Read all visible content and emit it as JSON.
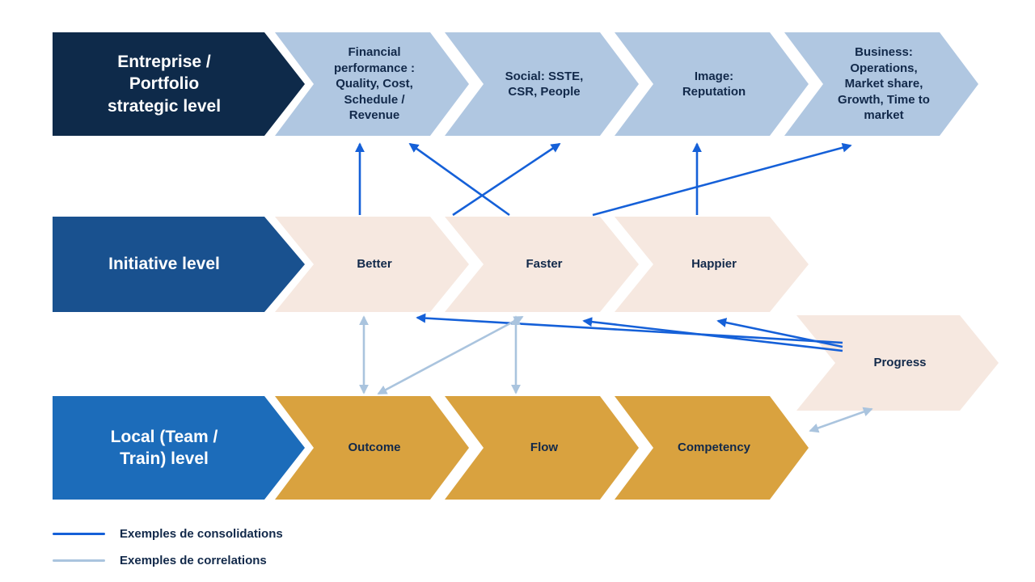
{
  "diagram": {
    "enterprise": {
      "label": "Entreprise /\nPortfolio\nstrategic level",
      "items": [
        "Financial performance : Quality, Cost, Schedule / Revenue",
        "Social: SSTE, CSR, People",
        "Image: Reputation",
        "Business: Operations, Market share, Growth, Time to market"
      ]
    },
    "initiative": {
      "label": "Initiative level",
      "items": [
        "Better",
        "Faster",
        "Happier"
      ]
    },
    "progress": {
      "label": "Progress"
    },
    "local": {
      "label": "Local (Team /\nTrain) level",
      "items": [
        "Outcome",
        "Flow",
        "Competency"
      ]
    },
    "legend": {
      "consolidations": "Exemples de consolidations",
      "correlations": "Exemples de correlations"
    },
    "colors": {
      "enterprise_label_bg": "#0e2a4a",
      "enterprise_item_bg": "#b0c7e1",
      "initiative_label_bg": "#19518f",
      "initiative_item_bg": "#f6e8e0",
      "local_label_bg": "#1c6cba",
      "local_item_bg": "#d9a23f",
      "consolidation_arrow": "#1560d8",
      "correlation_arrow": "#aac4de",
      "text_dark": "#12294a"
    }
  }
}
